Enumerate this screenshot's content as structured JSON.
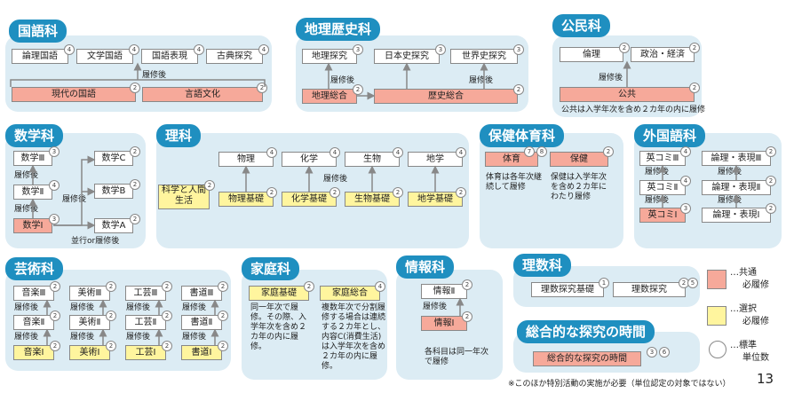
{
  "kokugo": {
    "title": "国語科",
    "r1": [
      "論理国語",
      "文学国語",
      "国語表現",
      "古典探究"
    ],
    "r1c": [
      "4",
      "4",
      "4",
      "4"
    ],
    "note": "履修後",
    "r2": [
      "現代の国語",
      "言語文化"
    ],
    "r2c": [
      "2",
      "2"
    ]
  },
  "chireki": {
    "title": "地理歴史科",
    "r1": [
      "地理探究",
      "日本史探究",
      "世界史探究"
    ],
    "r1c": [
      "3",
      "3",
      "3"
    ],
    "note1": "履修後",
    "note2": "履修後",
    "r2": [
      "地理総合",
      "歴史総合"
    ],
    "r2c": [
      "2",
      "2"
    ]
  },
  "komin": {
    "title": "公民科",
    "r1": [
      "倫理",
      "政治・経済"
    ],
    "r1c": [
      "2",
      "2"
    ],
    "note": "履修後",
    "r2": [
      "公共"
    ],
    "r2c": [
      "2"
    ],
    "foot": "公共は入学年次を含め２カ年の内に履修"
  },
  "sugaku": {
    "title": "数学科",
    "col": [
      "数学Ⅲ",
      "数学Ⅱ",
      "数学Ⅰ"
    ],
    "colc": [
      "3",
      "4",
      "3"
    ],
    "n1": "履修後",
    "n2": "履修後",
    "n3": "履修後",
    "right": [
      "数学C",
      "数学B",
      "数学A"
    ],
    "rightc": [
      "2",
      "2",
      "2"
    ],
    "foot": "並行or履修後"
  },
  "rika": {
    "title": "理科",
    "top": [
      "物理",
      "化学",
      "生物",
      "地学"
    ],
    "topc": [
      "4",
      "4",
      "4",
      "4"
    ],
    "note": "履修後",
    "bot": [
      "科学と人間生活",
      "物理基礎",
      "化学基礎",
      "生物基礎",
      "地学基礎"
    ],
    "botc": [
      "2",
      "2",
      "2",
      "2",
      "2"
    ]
  },
  "hoken": {
    "title": "保健体育科",
    "b": [
      "体育",
      "保健"
    ],
    "bc": [
      "7",
      "8",
      "2"
    ],
    "n1": "体育は各年次継続して履修",
    "n2": "保健は入学年次を含め２カ年にわたり履修"
  },
  "gaikoku": {
    "title": "外国語科",
    "l": [
      "英コミⅢ",
      "英コミⅡ",
      "英コミⅠ"
    ],
    "lc": [
      "4",
      "4",
      "3"
    ],
    "r": [
      "論理・表現Ⅲ",
      "論理・表現Ⅱ",
      "論理・表現Ⅰ"
    ],
    "rc": [
      "2",
      "2",
      "2"
    ],
    "n": "履修後"
  },
  "geijutsu": {
    "title": "芸術科",
    "c1": [
      "音楽Ⅲ",
      "音楽Ⅱ",
      "音楽Ⅰ"
    ],
    "c2": [
      "美術Ⅲ",
      "美術Ⅱ",
      "美術Ⅰ"
    ],
    "c3": [
      "工芸Ⅲ",
      "工芸Ⅱ",
      "工芸Ⅰ"
    ],
    "c4": [
      "書道Ⅲ",
      "書道Ⅱ",
      "書道Ⅰ"
    ],
    "cc": "2",
    "n": "履修後"
  },
  "katei": {
    "title": "家庭科",
    "b": [
      "家庭基礎",
      "家庭総合"
    ],
    "bc": [
      "2",
      "4"
    ],
    "n1": "同一年次で履修。その際、入学年次を含め２カ年の内に履修。",
    "n2": "複数年次で分割履修する場合は連続する２カ年とし、内容C(消費生活)は入学年次を含め２カ年の内に履修。"
  },
  "joho": {
    "title": "情報科",
    "b": [
      "情報Ⅱ",
      "情報Ⅰ"
    ],
    "bc": [
      "2",
      "2"
    ],
    "n": "履修後",
    "foot": "各科目は同一年次で履修"
  },
  "risu": {
    "title": "理数科",
    "b": [
      "理数探究基礎",
      "理数探究"
    ],
    "bc": [
      "1",
      "2",
      "5"
    ]
  },
  "sogo": {
    "title": "総合的な探究の時間",
    "b": "総合的な探究の時間",
    "bc": [
      "3",
      "6"
    ]
  },
  "legend": {
    "l1a": "…共通",
    "l1b": "必履修",
    "l2a": "…選択",
    "l2b": "必履修",
    "l3a": "…標準",
    "l3b": "単位数",
    "page": "13"
  },
  "footnote": "※このほか特別活動の実施が必要（単位認定の対象ではない）",
  "colors": {
    "title_bg": "#1f8fc0",
    "panel_bg": "#dcecf4",
    "required": "#f6a99a",
    "selective": "#fff59e"
  }
}
